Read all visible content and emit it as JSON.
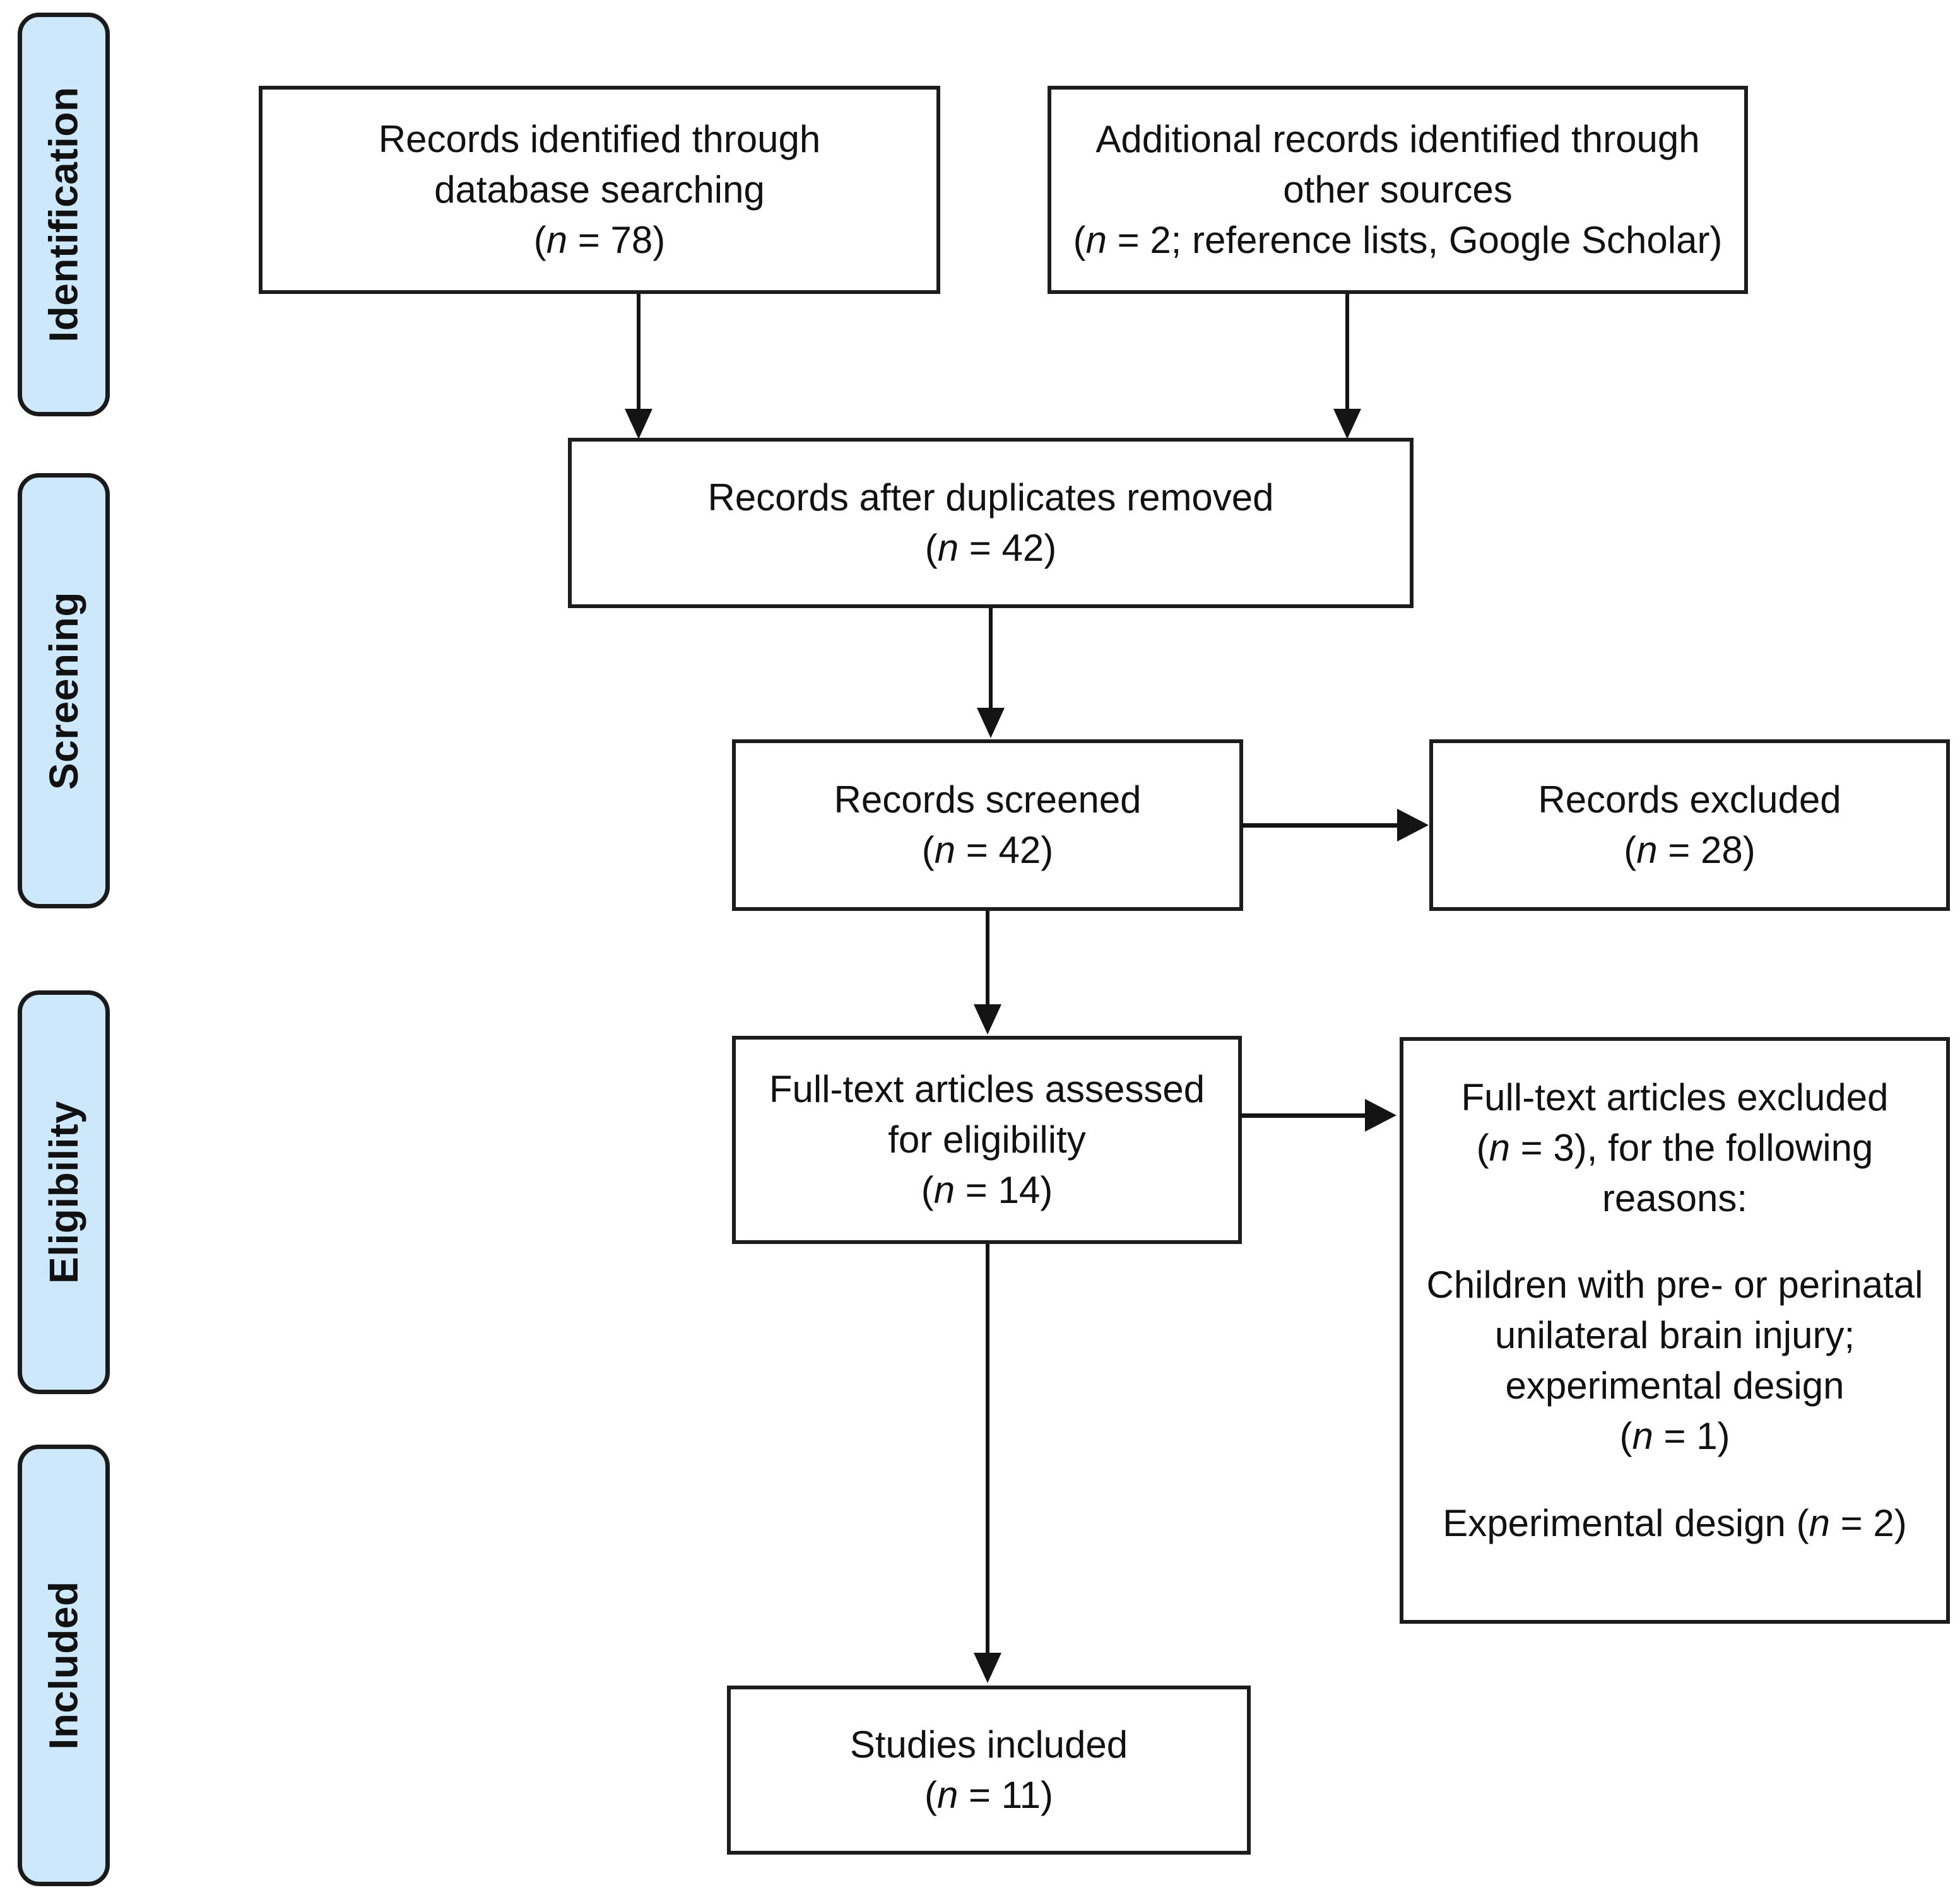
{
  "diagram": {
    "title": "PRISMA flow diagram",
    "type": "prisma-flow-diagram",
    "colors": {
      "stage_pill_fill": "#CDE8FA",
      "stage_pill_border": "#1a1a1a",
      "box_border": "#1d1d1d",
      "box_fill": "#ffffff",
      "connector": "#141414",
      "text": "#111111"
    }
  },
  "stages": [
    {
      "label": "Identification"
    },
    {
      "label": "Screening"
    },
    {
      "label": "Eligibility"
    },
    {
      "label": "Included"
    }
  ],
  "boxes": {
    "records_database": {
      "line1": "Records identified through",
      "line2": "database searching",
      "count_prefix": "(",
      "count_n": "n",
      "count_value": " = 78)"
    },
    "records_other": {
      "line1": "Additional records identified through",
      "line2": "other sources",
      "count_prefix": "(",
      "count_n": "n",
      "count_value": " = 2; reference lists, Google Scholar)"
    },
    "duplicates_removed": {
      "line1": "Records after duplicates removed",
      "count_prefix": "(",
      "count_n": "n",
      "count_value": " = 42)"
    },
    "records_screened": {
      "line1": "Records screened",
      "count_prefix": "(",
      "count_n": "n",
      "count_value": " = 42)"
    },
    "records_excluded": {
      "line1": "Records excluded",
      "count_prefix": "(",
      "count_n": "n",
      "count_value": " = 28)"
    },
    "fulltext_assessed": {
      "line1": "Full-text articles assessed",
      "line2": "for eligibility",
      "count_prefix": "(",
      "count_n": "n",
      "count_value": " = 14)"
    },
    "fulltext_excluded": {
      "line1": "Full-text articles excluded",
      "line2_prefix": "(",
      "line2_n": "n",
      "line2_suffix": " = 3), for the following",
      "line3": "reasons:",
      "reason1_text": "Children with pre- or perinatal unilateral brain injury; experimental design",
      "reason1_prefix": "(",
      "reason1_n": "n",
      "reason1_suffix": " = 1)",
      "reason2_text": "Experimental design (",
      "reason2_n": "n",
      "reason2_suffix": " = 2)"
    },
    "studies_included": {
      "line1": "Studies included",
      "count_prefix": "(",
      "count_n": "n",
      "count_value": " = 11)"
    }
  },
  "chart_data": {
    "type": "diagram",
    "title": "PRISMA flow diagram",
    "nodes": [
      {
        "id": "records_database",
        "stage": "Identification",
        "label": "Records identified through database searching",
        "n": 78
      },
      {
        "id": "records_other",
        "stage": "Identification",
        "label": "Additional records identified through other sources",
        "n": 2,
        "note": "reference lists, Google Scholar"
      },
      {
        "id": "duplicates_removed",
        "stage": "Screening",
        "label": "Records after duplicates removed",
        "n": 42
      },
      {
        "id": "records_screened",
        "stage": "Screening",
        "label": "Records screened",
        "n": 42
      },
      {
        "id": "records_excluded",
        "stage": "Screening",
        "label": "Records excluded",
        "n": 28
      },
      {
        "id": "fulltext_assessed",
        "stage": "Eligibility",
        "label": "Full-text articles assessed for eligibility",
        "n": 14
      },
      {
        "id": "fulltext_excluded",
        "stage": "Eligibility",
        "label": "Full-text articles excluded, for the following reasons",
        "n": 3,
        "reasons": [
          {
            "text": "Children with pre- or perinatal unilateral brain injury; experimental design",
            "n": 1
          },
          {
            "text": "Experimental design",
            "n": 2
          }
        ]
      },
      {
        "id": "studies_included",
        "stage": "Included",
        "label": "Studies included",
        "n": 11
      }
    ],
    "edges": [
      {
        "from": "records_database",
        "to": "duplicates_removed"
      },
      {
        "from": "records_other",
        "to": "duplicates_removed"
      },
      {
        "from": "duplicates_removed",
        "to": "records_screened"
      },
      {
        "from": "records_screened",
        "to": "records_excluded"
      },
      {
        "from": "records_screened",
        "to": "fulltext_assessed"
      },
      {
        "from": "fulltext_assessed",
        "to": "fulltext_excluded"
      },
      {
        "from": "fulltext_assessed",
        "to": "studies_included"
      }
    ]
  }
}
